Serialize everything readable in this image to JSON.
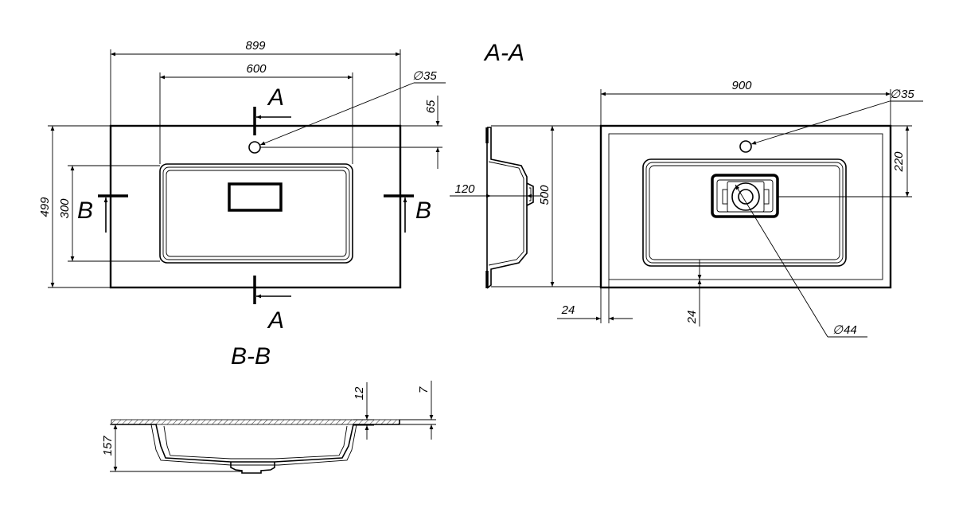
{
  "top_view": {
    "dim_overall_width": "899",
    "dim_bowl_width": "600",
    "dim_hole_diameter": "35",
    "dim_hole_offset": "65",
    "dim_overall_depth": "499",
    "dim_bowl_depth": "300",
    "section_a_top": "A",
    "section_a_bottom": "A",
    "section_b_left": "B",
    "section_b_right": "B"
  },
  "section_aa": {
    "title": "A-A",
    "dim_height": "120",
    "dim_depth": "500"
  },
  "bottom_view": {
    "dim_width": "900",
    "dim_hole_diameter": "35",
    "dim_drain_offset": "220",
    "dim_side_margin": "24",
    "dim_front_margin": "24",
    "dim_drain_diameter": "44"
  },
  "section_bb": {
    "title": "B-B",
    "dim_height": "157",
    "dim_rim_thickness": "12",
    "dim_edge_thickness": "7"
  },
  "symbols": {
    "diameter": "∅"
  }
}
